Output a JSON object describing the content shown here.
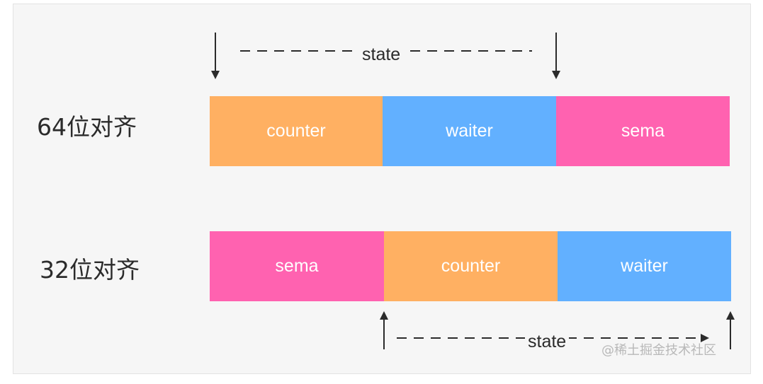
{
  "colors": {
    "counter": "#ffb062",
    "waiter": "#62b0ff",
    "sema": "#ff62b0",
    "ink": "#2b2b2b"
  },
  "rows": [
    {
      "label": "64位对齐",
      "segments": [
        {
          "key": "counter",
          "label": "counter"
        },
        {
          "key": "waiter",
          "label": "waiter"
        },
        {
          "key": "sema",
          "label": "sema"
        }
      ],
      "state_label": "state",
      "state_position": "above",
      "state_span": [
        "counter",
        "waiter"
      ]
    },
    {
      "label": "32位对齐",
      "segments": [
        {
          "key": "sema",
          "label": "sema"
        },
        {
          "key": "counter",
          "label": "counter"
        },
        {
          "key": "waiter",
          "label": "waiter"
        }
      ],
      "state_label": "state",
      "state_position": "below",
      "state_span": [
        "counter",
        "waiter"
      ]
    }
  ],
  "watermark": "@稀土掘金技术社区"
}
